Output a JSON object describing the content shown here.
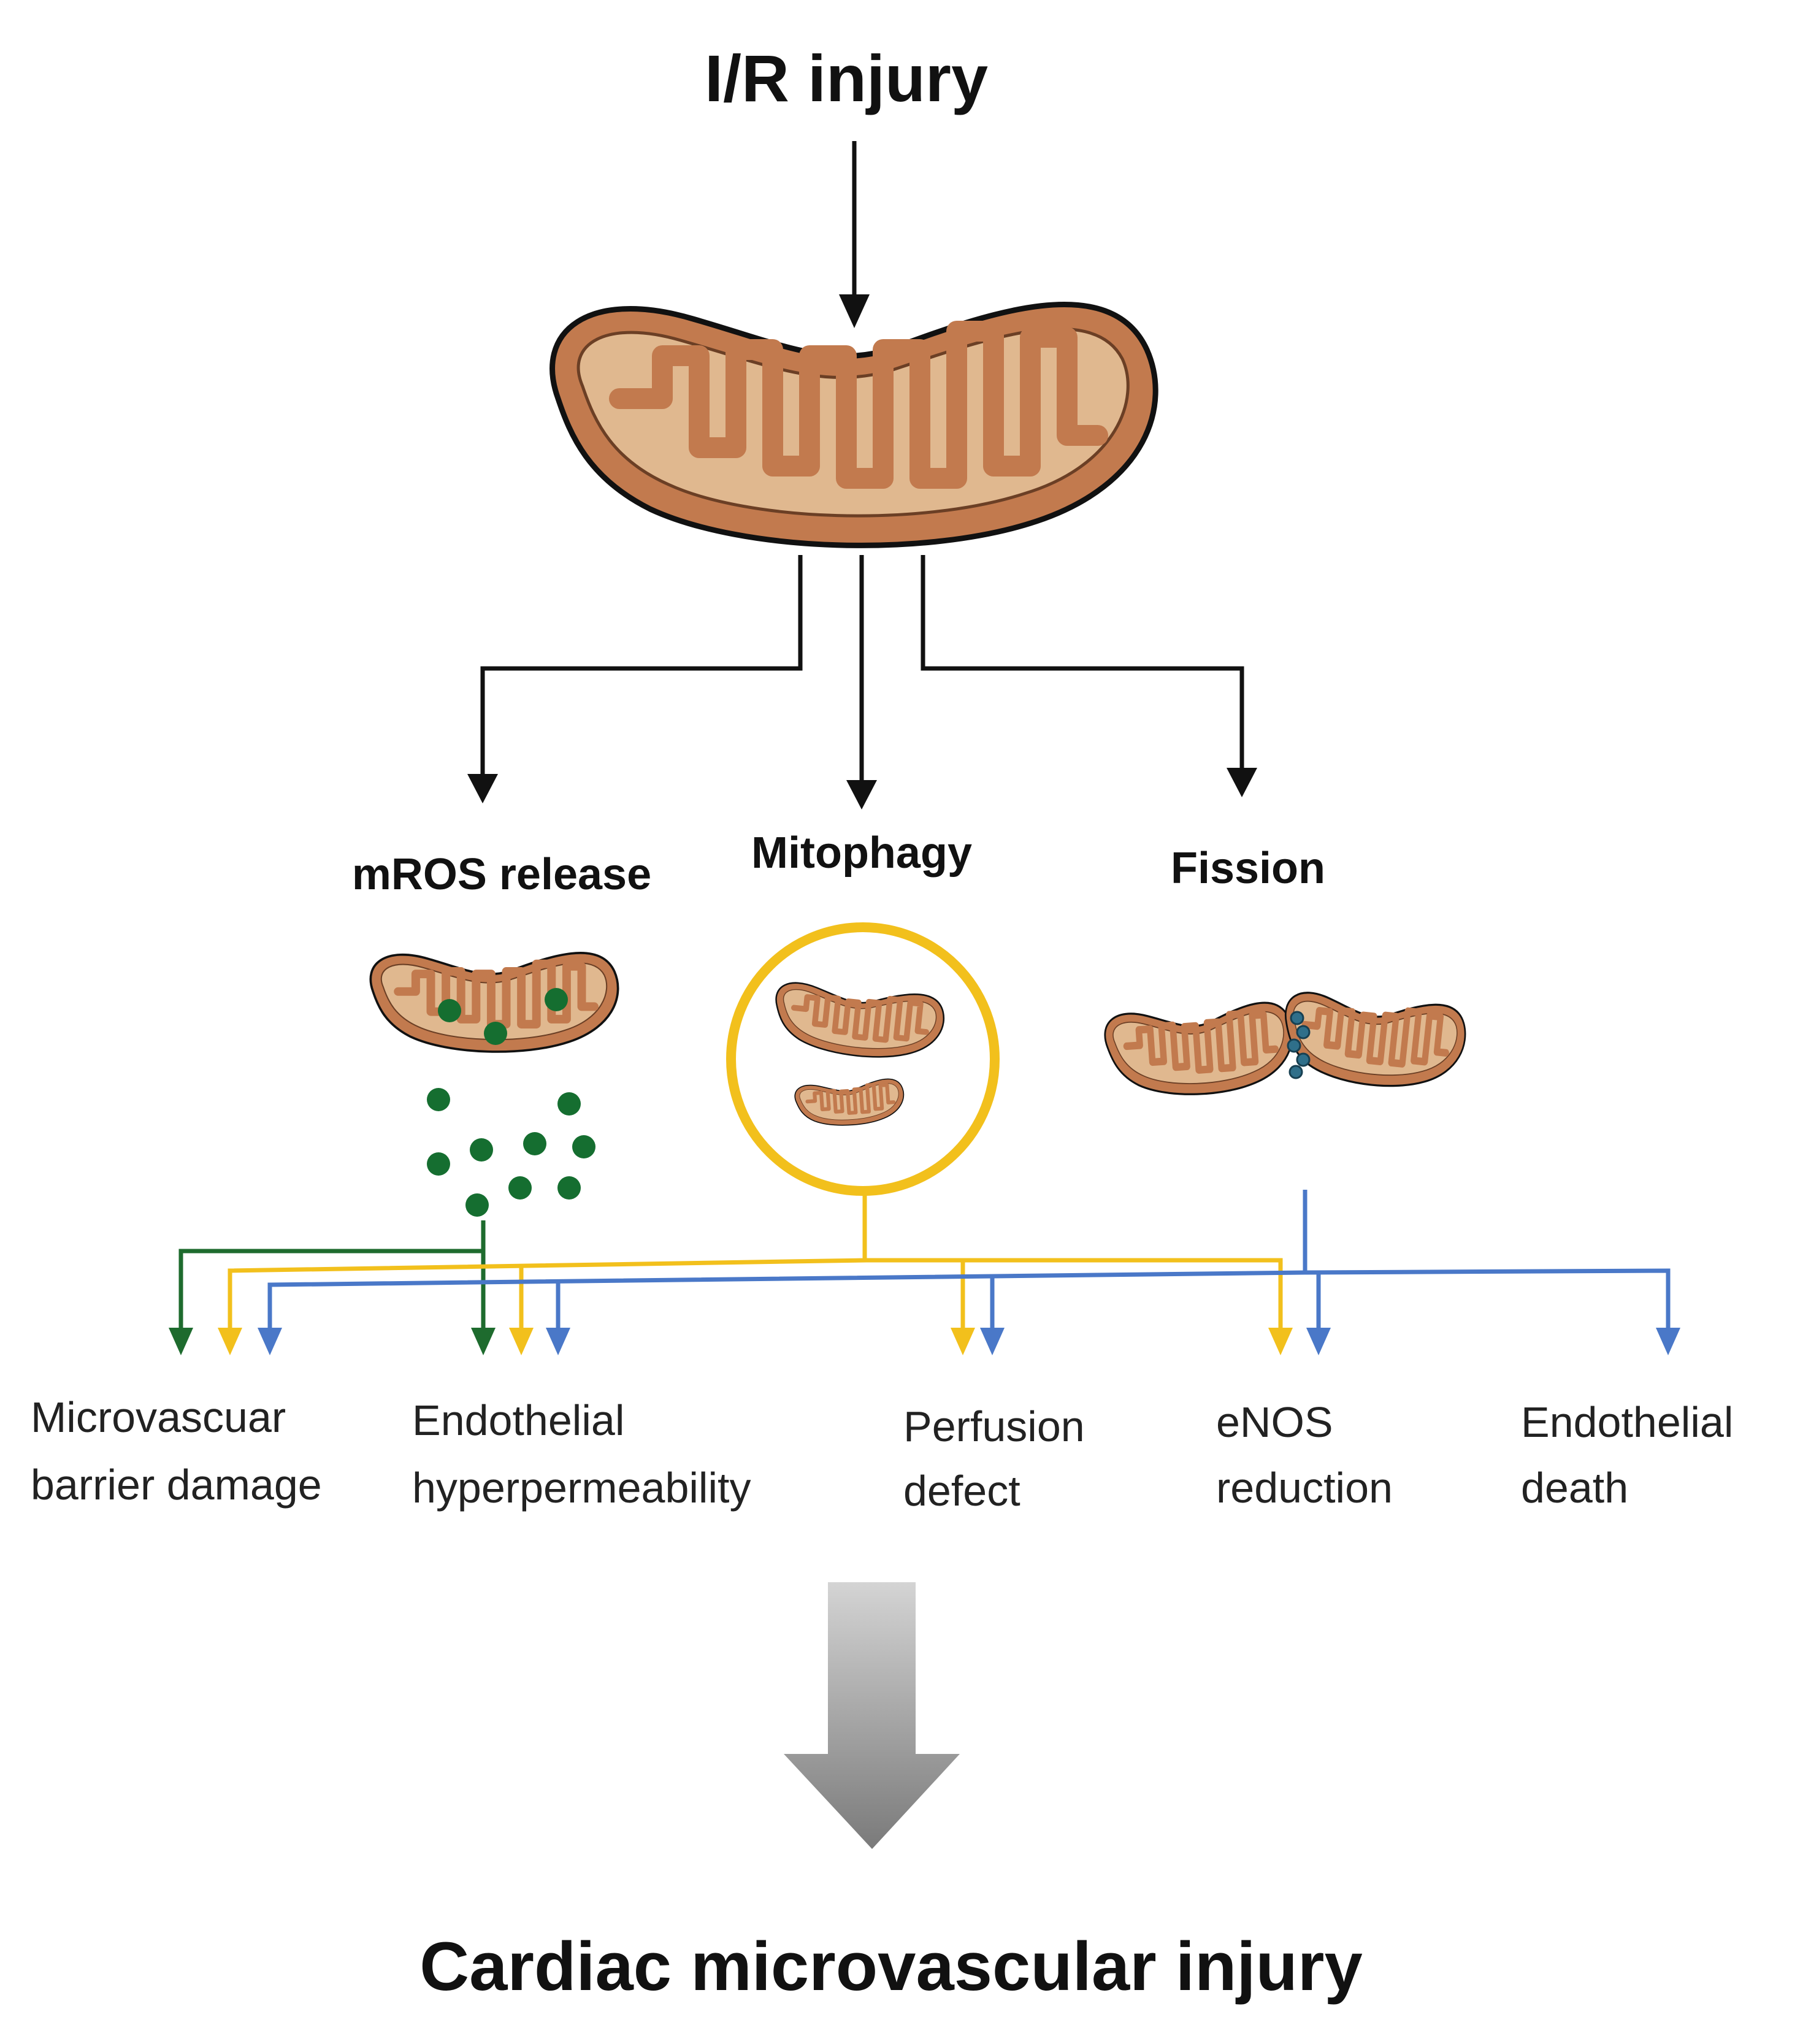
{
  "title": "I/R injury",
  "branches": [
    {
      "id": "mros",
      "label": "mROS release"
    },
    {
      "id": "mitophagy",
      "label": "Mitophagy"
    },
    {
      "id": "fission",
      "label": "Fission"
    }
  ],
  "outcomes": [
    {
      "line1": "Microvascuar",
      "line2": "barrier damage"
    },
    {
      "line1": "Endothelial",
      "line2": "hyperpermeability"
    },
    {
      "line1": "Perfusion",
      "line2": "defect"
    },
    {
      "line1": "eNOS",
      "line2": "reduction"
    },
    {
      "line1": "Endothelial",
      "line2": "death"
    }
  ],
  "result": "Cardiac microvascular injury",
  "colors": {
    "mros": "#1e6b2e",
    "mitophagy": "#f2c01c",
    "fission": "#4a78c8",
    "mito_outer": "#c27a4e",
    "mito_inner": "#e0b88f",
    "mros_particle": "#156e30"
  }
}
